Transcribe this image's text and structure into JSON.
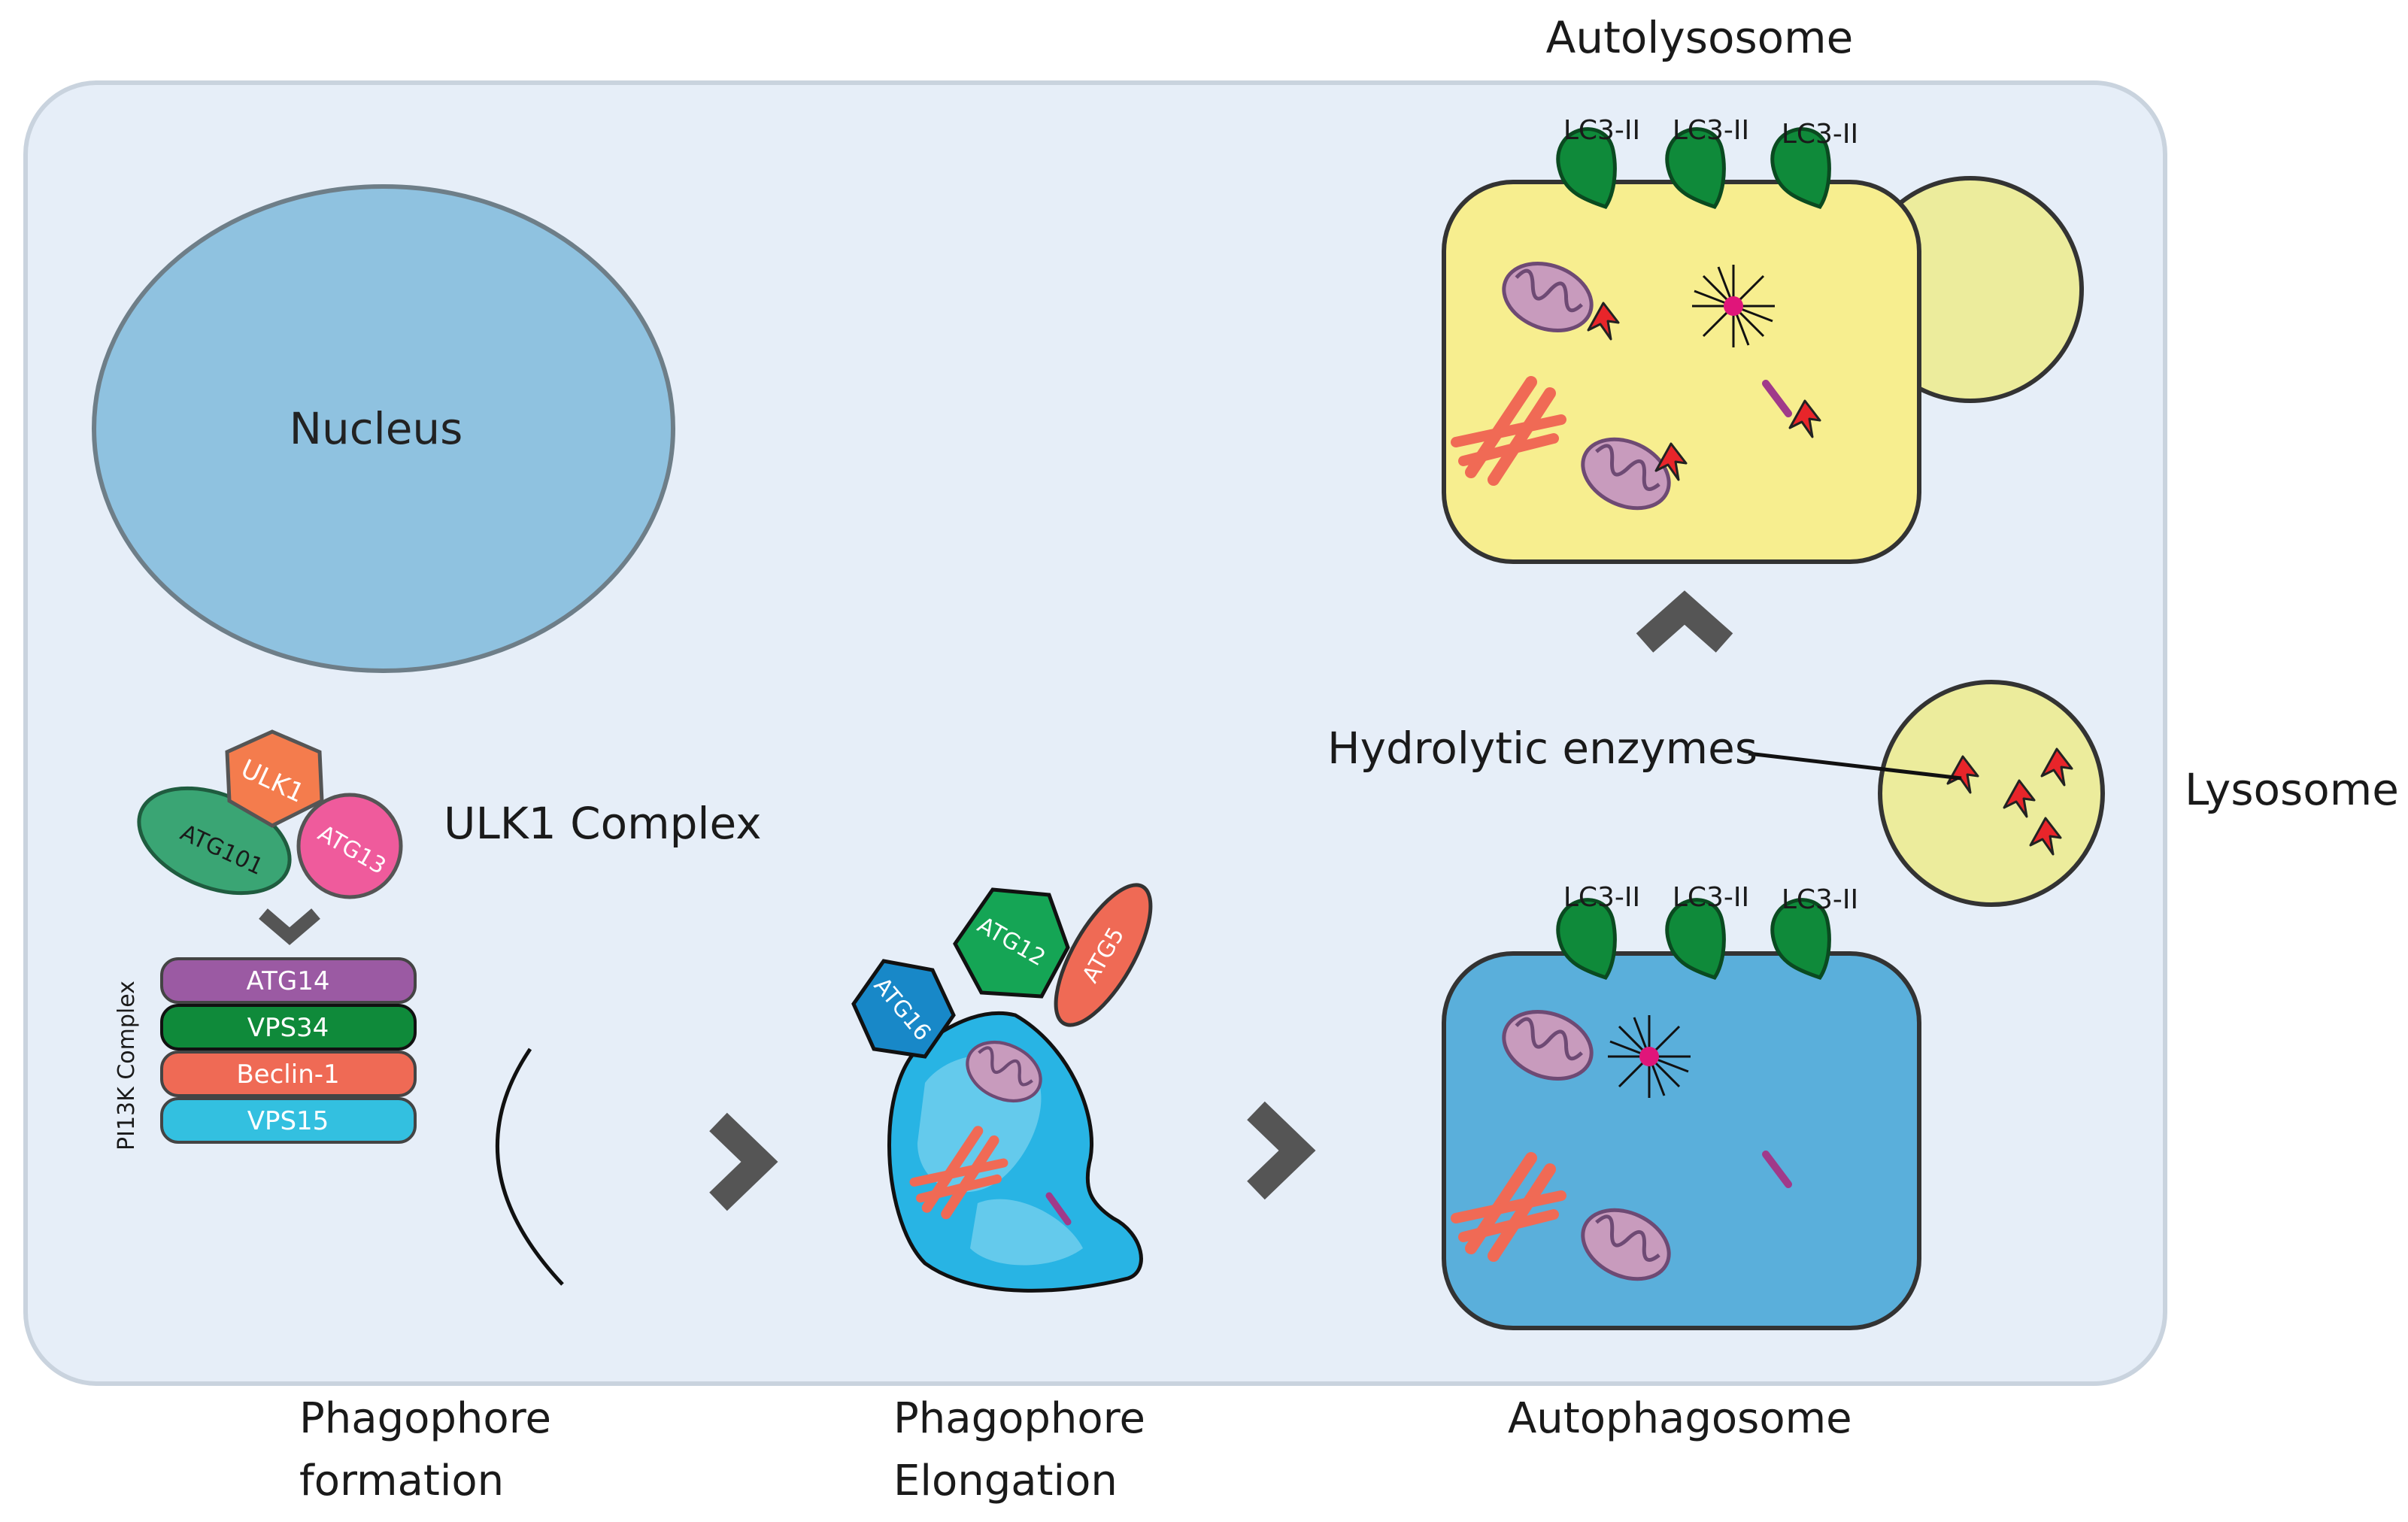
{
  "labels": {
    "nucleus": "Nucleus",
    "ulk1_complex": "ULK1 Complex",
    "pi3k_complex": "PI13K Complex",
    "autolysosome": "Autolysosome",
    "hydrolytic_enzymes": "Hydrolytic enzymes",
    "lysosome": "Lysosome",
    "phagophore_formation_1": "Phagophore",
    "phagophore_formation_2": "formation",
    "phagophore_elongation_1": "Phagophore",
    "phagophore_elongation_2": "Elongation",
    "autophagosome": "Autophagosome"
  },
  "ulk1": {
    "ulk1": "ULK1",
    "atg101": "ATG101",
    "atg13": "ATG13"
  },
  "pi3k_stack": {
    "atg14": "ATG14",
    "vps34": "VPS34",
    "beclin1": "Beclin-1",
    "vps15": "VPS15"
  },
  "elongation": {
    "atg12": "ATG12",
    "atg5": "ATG5",
    "atg16": "ATG16"
  },
  "lc3": {
    "a1": "LC3-II",
    "a2": "LC3-II",
    "a3": "LC3-II",
    "b1": "LC3-II",
    "b2": "LC3-II",
    "b3": "LC3-II"
  },
  "colors": {
    "cell_bg": "#e6eef8",
    "nucleus": "#8fc2e0",
    "autolysosome": "#f7ee8f",
    "lysosome": "#ecec9c",
    "autophagosome": "#5aafdb",
    "lc3": "#0f8a3a",
    "arrow": "#555555",
    "enzyme": "#e8252a"
  }
}
